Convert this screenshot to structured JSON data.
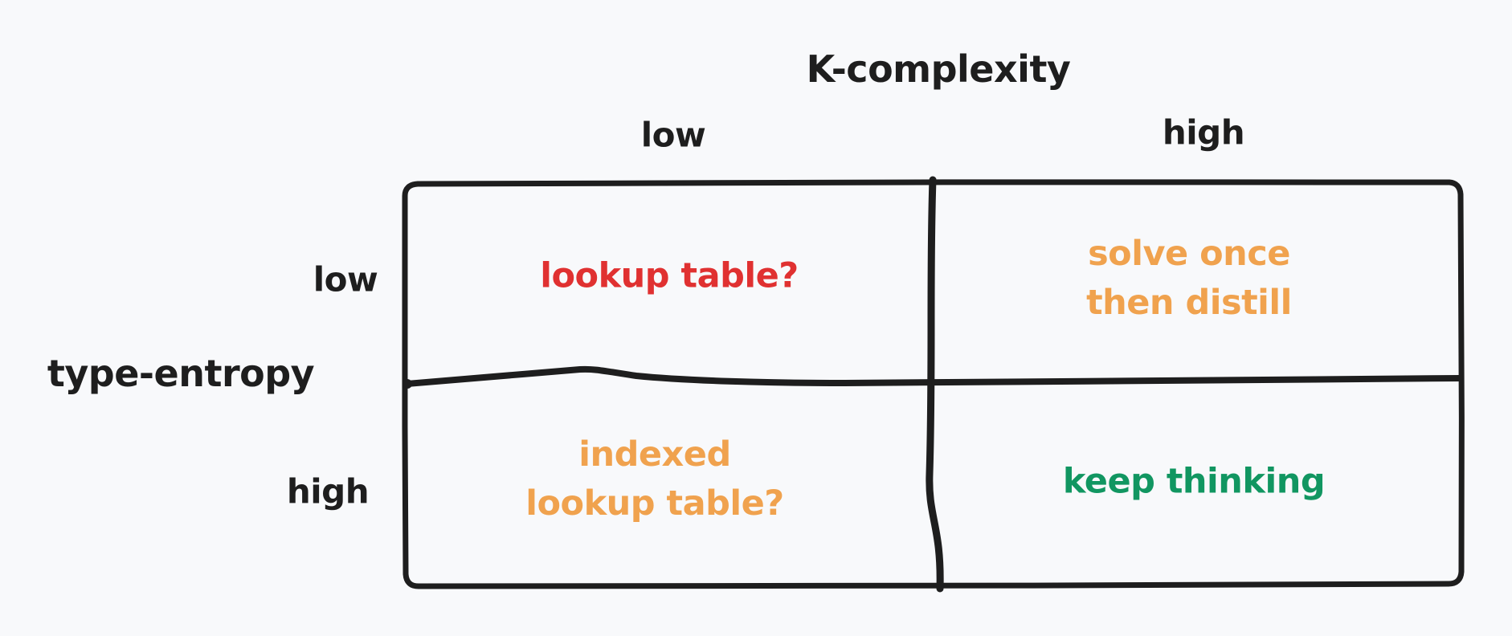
{
  "figure": {
    "background_color": "#f8f9fb",
    "ink_color": "#1e1e1e"
  },
  "axes": {
    "x_title": "K-complexity",
    "x_low_label": "low",
    "x_high_label": "high",
    "y_title": "type-entropy",
    "y_low_label": "low",
    "y_high_label": "high"
  },
  "quadrants": {
    "top_left": {
      "text": "lookup table?",
      "color": "#e03131"
    },
    "top_right": {
      "line1": "solve once",
      "line2": "then distill",
      "color": "#f0a24e"
    },
    "bottom_left": {
      "line1": "indexed",
      "line2": "lookup table?",
      "color": "#f0a24e"
    },
    "bottom_right": {
      "text": "keep thinking",
      "color": "#119661"
    }
  }
}
